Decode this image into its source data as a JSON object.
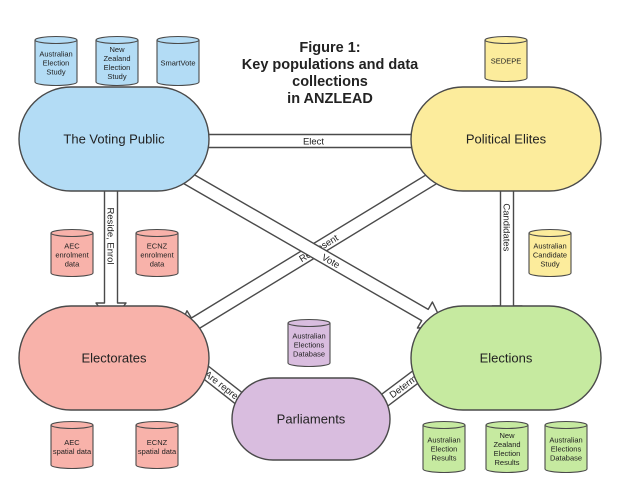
{
  "title": [
    "Figure 1:",
    "Key populations and data",
    "collections",
    "in ANZLEAD"
  ],
  "nodes": {
    "voting_public": {
      "label": "The Voting Public",
      "color": "#b3dcf5"
    },
    "political_elites": {
      "label": "Political Elites",
      "color": "#fcec9c"
    },
    "electorates": {
      "label": "Electorates",
      "color": "#f8b2aa"
    },
    "elections": {
      "label": "Elections",
      "color": "#c6eaa0"
    },
    "parliaments": {
      "label": "Parliaments",
      "color": "#d9bddf"
    }
  },
  "edges": {
    "elect": "Elect",
    "reside_enrol": "Reside, Enrol",
    "candidates": "Candidates",
    "represent": "Represent",
    "vote": "Vote",
    "are_represented": "Are represented",
    "determine": "Determine"
  },
  "datasets": {
    "aes": {
      "lines": [
        "Australian",
        "Election",
        "Study"
      ],
      "color": "#b3dcf5"
    },
    "nzes": {
      "lines": [
        "New",
        "Zealand",
        "Election",
        "Study"
      ],
      "color": "#b3dcf5"
    },
    "smartvote": {
      "lines": [
        "SmartVote"
      ],
      "color": "#b3dcf5"
    },
    "sedepe": {
      "lines": [
        "SEDEPE"
      ],
      "color": "#fcec9c"
    },
    "aec_enrolment": {
      "lines": [
        "AEC",
        "enrolment",
        "data"
      ],
      "color": "#f8b2aa"
    },
    "ecnz_enrolment": {
      "lines": [
        "ECNZ",
        "enrolment",
        "data"
      ],
      "color": "#f8b2aa"
    },
    "acs": {
      "lines": [
        "Australian",
        "Candidate",
        "Study"
      ],
      "color": "#fcec9c"
    },
    "aed": {
      "lines": [
        "Australian",
        "Elections",
        "Database"
      ],
      "color": "#d9bddf"
    },
    "aec_spatial": {
      "lines": [
        "AEC",
        "spatial data"
      ],
      "color": "#f8b2aa"
    },
    "ecnz_spatial": {
      "lines": [
        "ECNZ",
        "spatial data"
      ],
      "color": "#f8b2aa"
    },
    "aer": {
      "lines": [
        "Australian",
        "Election",
        "Results"
      ],
      "color": "#c6eaa0"
    },
    "nzer": {
      "lines": [
        "New",
        "Zealand",
        "Election",
        "Results"
      ],
      "color": "#c6eaa0"
    },
    "aedb": {
      "lines": [
        "Australian",
        "Elections",
        "Database"
      ],
      "color": "#c6eaa0"
    }
  }
}
